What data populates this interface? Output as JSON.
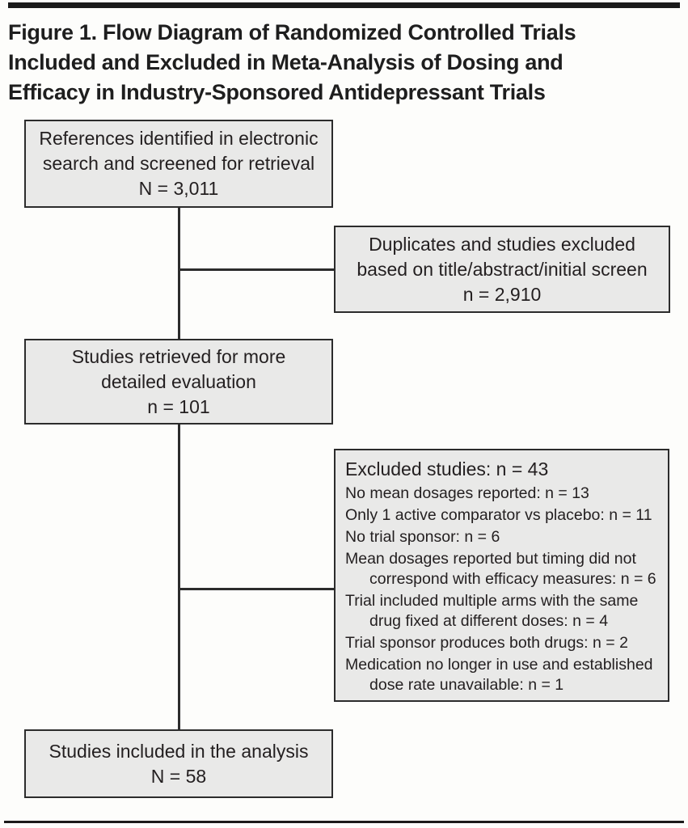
{
  "title": {
    "full": "Figure 1. Flow Diagram of Randomized Controlled Trials Included and Excluded in Meta-Analysis of Dosing and Efficacy in Industry-Sponsored Antidepressant Trials",
    "lines": [
      "Figure 1. Flow Diagram of Randomized Controlled Trials",
      "Included and Excluded in Meta-Analysis of Dosing and",
      "Efficacy in Industry-Sponsored Antidepressant Trials"
    ]
  },
  "flow": {
    "identified": {
      "lines": [
        "References identified in electronic",
        "search and screened for retrieval",
        "N = 3,011"
      ]
    },
    "duplicates_excluded": {
      "lines": [
        "Duplicates and studies excluded",
        "based on title/abstract/initial screen",
        "n = 2,910"
      ]
    },
    "retrieved": {
      "lines": [
        "Studies retrieved for more",
        "detailed evaluation",
        "n = 101"
      ]
    },
    "excluded": {
      "header": "Excluded studies: n = 43",
      "items": [
        "No mean dosages reported: n = 13",
        "Only 1 active comparator vs placebo: n = 11",
        "No trial sponsor: n = 6",
        "Mean dosages reported but timing did not correspond with efficacy measures: n = 6",
        "Trial included multiple arms with the same drug fixed at different doses: n = 4",
        "Trial sponsor produces both drugs: n = 2",
        "Medication no longer in use and established dose rate unavailable: n = 1"
      ]
    },
    "included": {
      "lines": [
        "Studies included in the analysis",
        "N = 58"
      ]
    }
  },
  "colors": {
    "background": "#fdfdfb",
    "box_fill": "#e9e9e8",
    "box_border": "#2c2c2c",
    "text": "#231f20",
    "rule": "#1b1b1b"
  }
}
